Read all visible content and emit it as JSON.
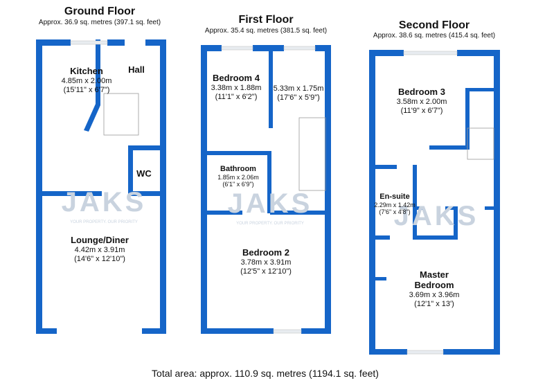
{
  "colors": {
    "wall": "#1565c8",
    "window": "#e8ecf0",
    "watermark": "#c9d3df"
  },
  "watermark": {
    "brand": "JAKS",
    "tagline": "YOUR PROPERTY. OUR PRIORITY"
  },
  "floors": [
    {
      "title": "Ground Floor",
      "area": "Approx. 36.9 sq. metres (397.1 sq. feet)",
      "rooms": [
        {
          "name": "Kitchen",
          "metric": "4.85m x 2.00m",
          "imperial": "(15'11\" x 6'7\")"
        },
        {
          "name": "Hall"
        },
        {
          "name": "WC"
        },
        {
          "name": "Lounge/Diner",
          "metric": "4.42m x 3.91m",
          "imperial": "(14'6\" x 12'10\")"
        }
      ]
    },
    {
      "title": "First Floor",
      "area": "Approx. 35.4 sq. metres (381.5 sq. feet)",
      "rooms": [
        {
          "name": "Bedroom 4",
          "metric": "3.38m x 1.88m",
          "imperial": "(11'1\" x 6'2\")"
        },
        {
          "name": "",
          "metric": "5.33m x 1.75m",
          "imperial": "(17'6\" x 5'9\")"
        },
        {
          "name": "Bathroom",
          "metric": "1.85m x 2.06m",
          "imperial": "(6'1\" x 6'9\")"
        },
        {
          "name": "Bedroom 2",
          "metric": "3.78m x 3.91m",
          "imperial": "(12'5\" x 12'10\")"
        }
      ]
    },
    {
      "title": "Second Floor",
      "area": "Approx. 38.6 sq. metres (415.4 sq. feet)",
      "rooms": [
        {
          "name": "Bedroom 3",
          "metric": "3.58m x 2.00m",
          "imperial": "(11'9\" x 6'7\")"
        },
        {
          "name": "En-suite",
          "metric": "2.29m x 1.42m",
          "imperial": "(7'6\" x 4'8\")"
        },
        {
          "name": "Master Bedroom",
          "metric": "3.69m x 3.96m",
          "imperial": "(12'1\" x 13')"
        }
      ]
    }
  ],
  "total_area": "Total area: approx. 110.9 sq. metres (1194.1 sq. feet)"
}
